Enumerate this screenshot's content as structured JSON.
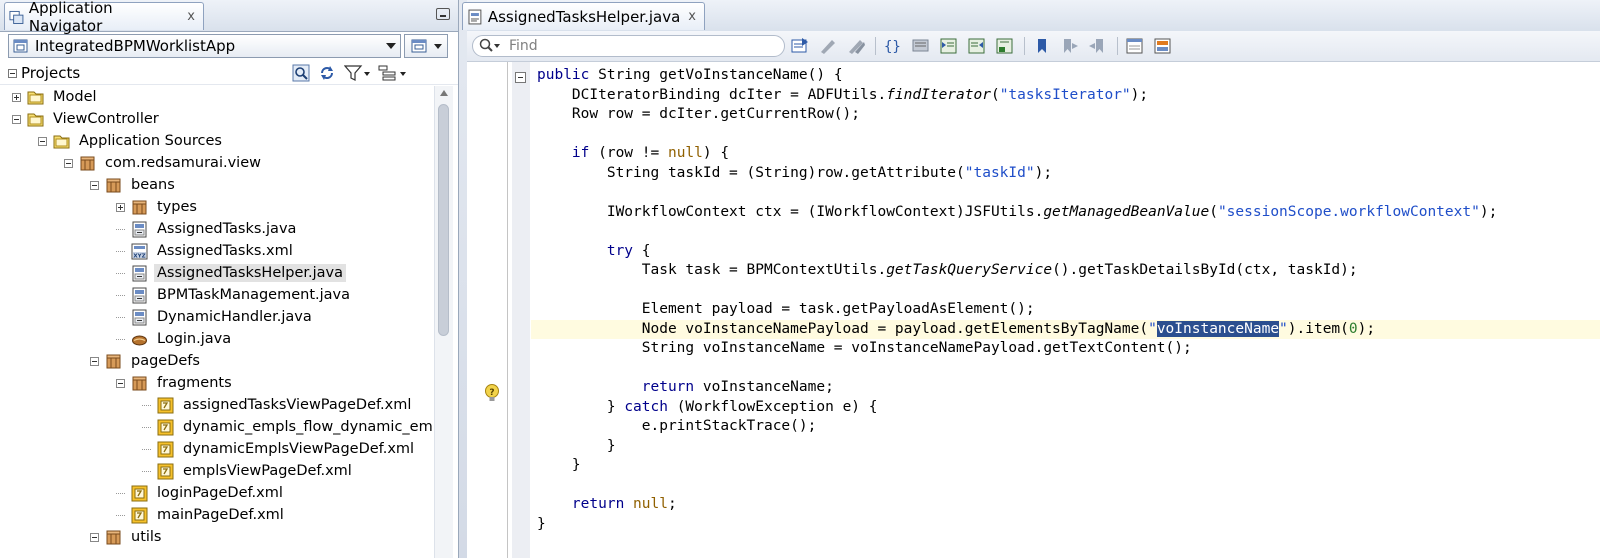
{
  "navigator": {
    "tab_title": "Application Navigator",
    "tab_close": "x",
    "app_name": "IntegratedBPMWorklistApp",
    "projects_label": "Projects",
    "tree": [
      {
        "label": "Model",
        "level": 0,
        "exp": "plus",
        "icon": "folder-icon"
      },
      {
        "label": "ViewController",
        "level": 0,
        "exp": "minus",
        "icon": "folder-icon"
      },
      {
        "label": "Application Sources",
        "level": 1,
        "exp": "minus",
        "icon": "folder-icon"
      },
      {
        "label": "com.redsamurai.view",
        "level": 2,
        "exp": "minus",
        "icon": "package-icon"
      },
      {
        "label": "beans",
        "level": 3,
        "exp": "minus",
        "icon": "package-icon"
      },
      {
        "label": "types",
        "level": 4,
        "exp": "plus",
        "icon": "package-icon"
      },
      {
        "label": "AssignedTasks.java",
        "level": 4,
        "exp": "none",
        "icon": "java-file-icon"
      },
      {
        "label": "AssignedTasks.xml",
        "level": 4,
        "exp": "none",
        "icon": "xml-file-icon"
      },
      {
        "label": "AssignedTasksHelper.java",
        "level": 4,
        "exp": "none",
        "icon": "java-file-icon",
        "selected": true
      },
      {
        "label": "BPMTaskManagement.java",
        "level": 4,
        "exp": "none",
        "icon": "java-file-icon"
      },
      {
        "label": "DynamicHandler.java",
        "level": 4,
        "exp": "none",
        "icon": "java-file-icon"
      },
      {
        "label": "Login.java",
        "level": 4,
        "exp": "none",
        "icon": "bean-icon"
      },
      {
        "label": "pageDefs",
        "level": 3,
        "exp": "minus",
        "icon": "package-icon"
      },
      {
        "label": "fragments",
        "level": 4,
        "exp": "minus",
        "icon": "package-icon"
      },
      {
        "label": "assignedTasksViewPageDef.xml",
        "level": 5,
        "exp": "none",
        "icon": "pagedef-icon"
      },
      {
        "label": "dynamic_empls_flow_dynamic_emp",
        "level": 5,
        "exp": "none",
        "icon": "pagedef-icon"
      },
      {
        "label": "dynamicEmplsViewPageDef.xml",
        "level": 5,
        "exp": "none",
        "icon": "pagedef-icon"
      },
      {
        "label": "emplsViewPageDef.xml",
        "level": 5,
        "exp": "none",
        "icon": "pagedef-icon"
      },
      {
        "label": "loginPageDef.xml",
        "level": 4,
        "exp": "none",
        "icon": "pagedef-icon"
      },
      {
        "label": "mainPageDef.xml",
        "level": 4,
        "exp": "none",
        "icon": "pagedef-icon"
      },
      {
        "label": "utils",
        "level": 3,
        "exp": "minus",
        "icon": "package-icon"
      }
    ]
  },
  "editor": {
    "tab_title": "AssignedTasksHelper.java",
    "tab_close": "x",
    "find_placeholder": "Find",
    "code_lines": [
      "public String getVoInstanceName() {",
      "    DCIteratorBinding dcIter = ADFUtils.findIterator(\"tasksIterator\");",
      "    Row row = dcIter.getCurrentRow();",
      "",
      "    if (row != null) {",
      "        String taskId = (String)row.getAttribute(\"taskId\");",
      "",
      "        IWorkflowContext ctx = (IWorkflowContext)JSFUtils.getManagedBeanValue(\"sessionScope.workflowContext\");",
      "",
      "        try {",
      "            Task task = BPMContextUtils.getTaskQueryService().getTaskDetailsById(ctx, taskId);",
      "",
      "            Element payload = task.getPayloadAsElement();",
      "            Node voInstanceNamePayload = payload.getElementsByTagName(\"voInstanceName\").item(0);",
      "            String voInstanceName = voInstanceNamePayload.getTextContent();",
      "",
      "            return voInstanceName;",
      "        } catch (WorkflowException e) {",
      "            e.printStackTrace();",
      "        }",
      "    }",
      "",
      "    return null;",
      "}"
    ],
    "highlighted_line": 13,
    "selected_word": "voInstanceName"
  },
  "colors": {
    "keyword": "#00008b",
    "string": "#1f4ec9",
    "selection": "#2b4f8f",
    "current_line": "#fffbe0"
  }
}
